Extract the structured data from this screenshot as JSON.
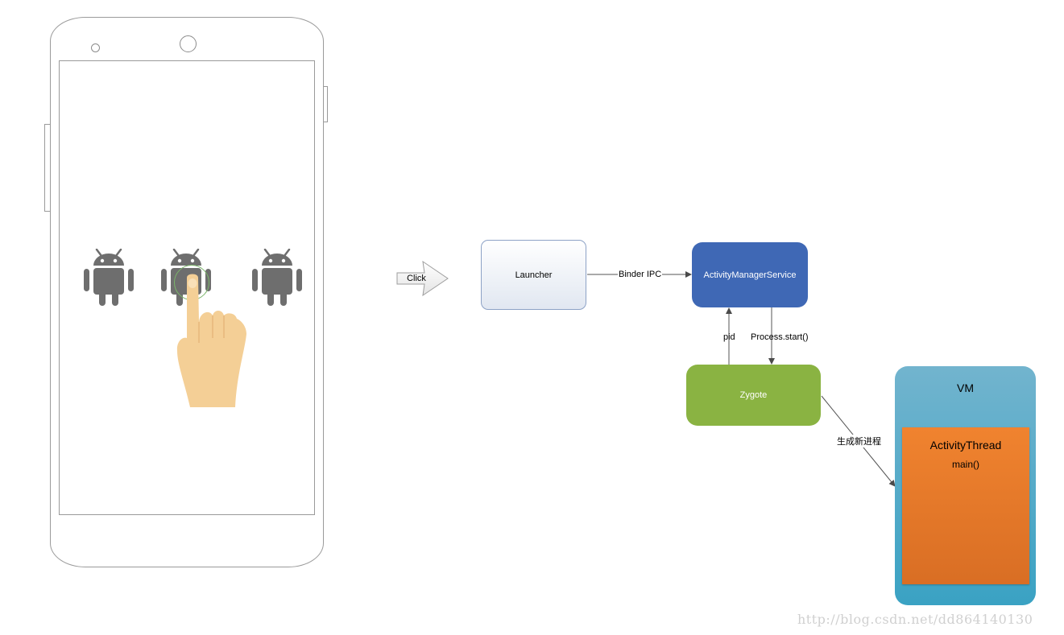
{
  "phone": {
    "icons": [
      "android-icon",
      "android-icon",
      "android-icon"
    ],
    "pointer": "hand-pointer-icon"
  },
  "flow": {
    "click_label": "Click"
  },
  "nodes": {
    "launcher": "Launcher",
    "ams": "ActivityManagerService",
    "zygote": "Zygote",
    "vm": "VM",
    "activity_thread": "ActivityThread",
    "main": "main()"
  },
  "edges": {
    "binder_ipc": "Binder IPC",
    "pid": "pid",
    "process_start": "Process.start()",
    "fork": "生成新进程"
  },
  "watermark": "http://blog.csdn.net/dd864140130",
  "colors": {
    "ams": "#3f68b5",
    "zygote": "#8ab342",
    "vm": "#4aa8c8",
    "activity_thread": "#e8782a",
    "android": "#6e6e6e",
    "hand": "#f4cf96"
  }
}
